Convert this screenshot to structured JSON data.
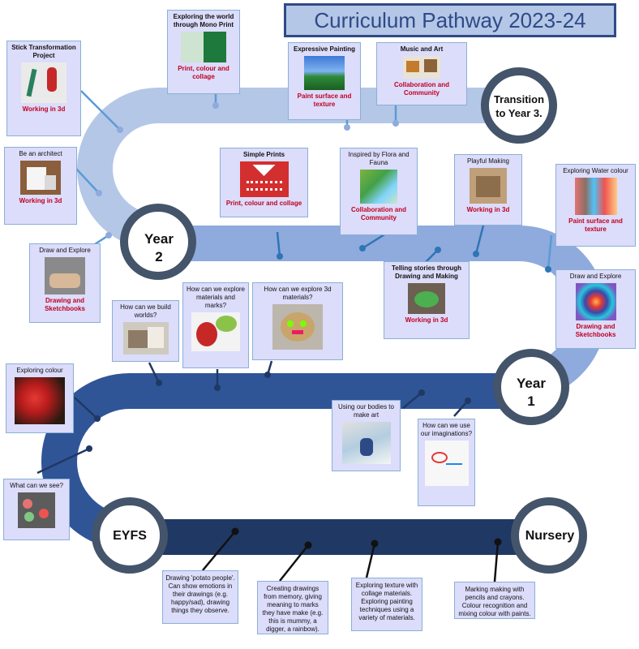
{
  "title": "Curriculum Pathway 2023-24",
  "stages": {
    "transition": "Transition to Year 3.",
    "year2": "Year 2",
    "year1": "Year 1",
    "eyfs": "EYFS",
    "nursery": "Nursery"
  },
  "cards": {
    "stick": {
      "title": "Stick Transformation Project",
      "sub": "Working in 3d"
    },
    "mono": {
      "title": "Exploring the world through Mono Print",
      "sub": "Print, colour and collage"
    },
    "expressive": {
      "title": "Expressive Painting",
      "sub": "Paint surface and texture"
    },
    "music": {
      "title": "Music and Art",
      "sub": "Collaboration and Community"
    },
    "architect": {
      "title": "Be an architect",
      "sub": "Working in 3d"
    },
    "simple_prints": {
      "title": "Simple Prints",
      "sub": "Print, colour and collage"
    },
    "flora": {
      "title": "Inspired by Flora and Fauna",
      "sub": "Collaboration and Community"
    },
    "playful": {
      "title": "Playful Making",
      "sub": "Working in 3d"
    },
    "water": {
      "title": "Exploring Water colour",
      "sub": "Paint surface and texture"
    },
    "draw_y2": {
      "title": "Draw and Explore",
      "sub": "Drawing and Sketchbooks"
    },
    "telling": {
      "title": "Telling stories through Drawing and Making",
      "sub": "Working in 3d"
    },
    "draw_y1": {
      "title": "Draw and Explore",
      "sub": "Drawing and Sketchbooks"
    },
    "worlds": {
      "title": "How can we build worlds?"
    },
    "materials": {
      "title": "How can we explore materials and marks?"
    },
    "explore3d": {
      "title": "How can we explore 3d materials?"
    },
    "colour": {
      "title": "Exploring colour"
    },
    "bodies": {
      "title": "Using our bodies to make art"
    },
    "imagine": {
      "title": "How can we use our imaginations?"
    },
    "see": {
      "title": "What can we see?"
    }
  },
  "notes": {
    "potato": "Drawing 'potato people'. Can show emotions in their drawings (e.g. happy/sad), drawing things they observe.",
    "memory": "Creating drawings from memory, giving meaning to marks they have make (e.g. this is mummy, a digger, a rainbow).",
    "texture": "Exploring texture with collage materials. Exploring painting techniques using a variety of materials.",
    "marking": "Marking making with pencils and crayons. Colour recognition and mixing colour with paints."
  },
  "colors": {
    "band_top": "#b4c7e7",
    "band_mid": "#8faadc",
    "band_low": "#2f5597",
    "band_bottom": "#203864",
    "ring": "#44546a",
    "accent_red": "#c1001f",
    "title_blue": "#2f4a86"
  }
}
